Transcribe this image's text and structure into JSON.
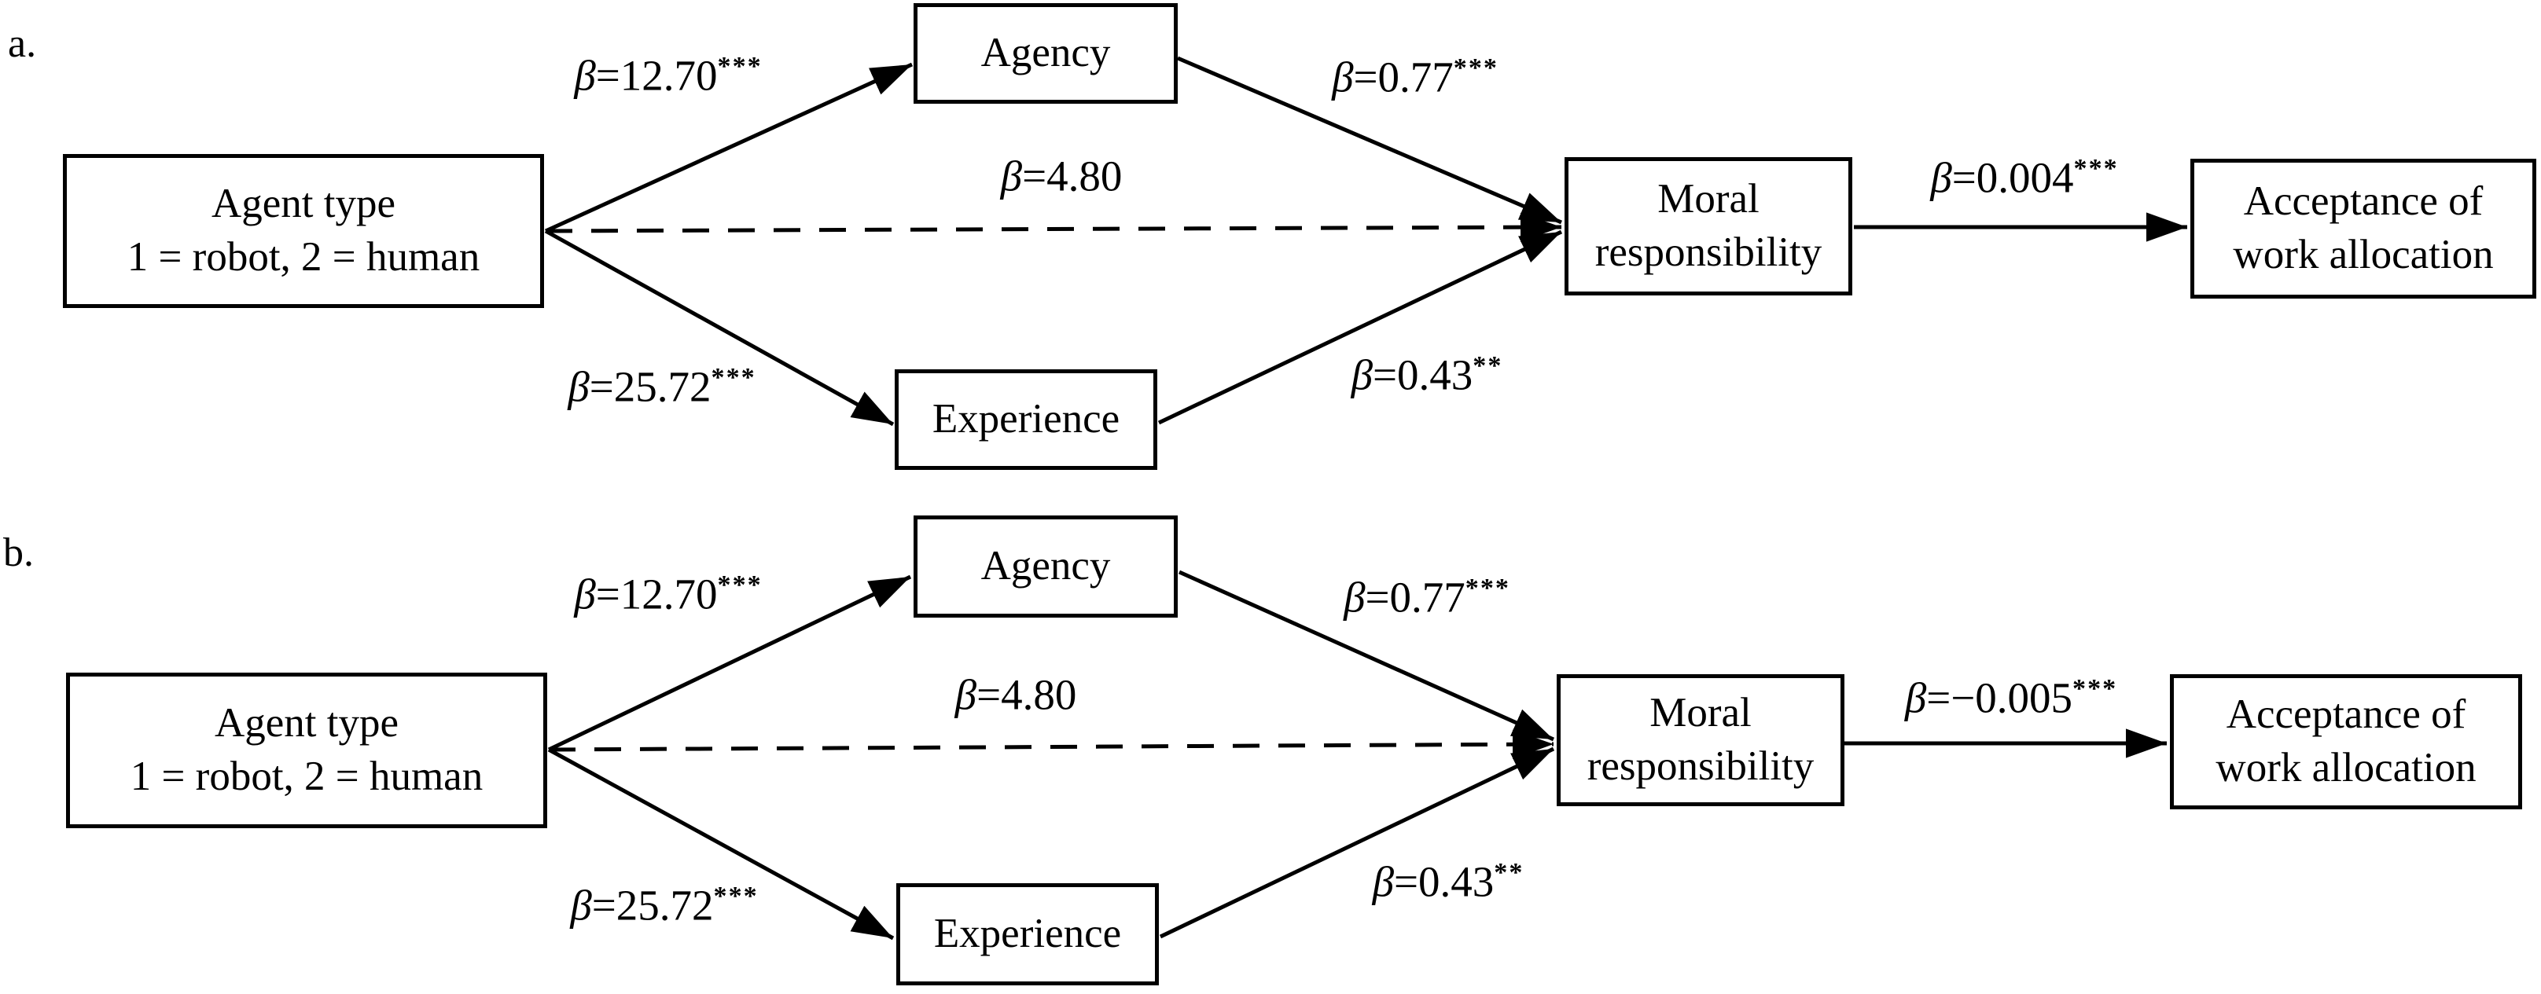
{
  "figure": {
    "background": "#ffffff",
    "line_color": "#000000"
  },
  "panels": [
    {
      "label": "a.",
      "nodes": {
        "agent": {
          "line1": "Agent type",
          "line2": "1 = robot, 2 = human"
        },
        "agency": {
          "line1": "Agency"
        },
        "experience": {
          "line1": "Experience"
        },
        "moral": {
          "line1": "Moral",
          "line2": "responsibility"
        },
        "acceptance": {
          "line1": "Acceptance of",
          "line2": "work allocation"
        }
      },
      "coefs": {
        "agent_agency": {
          "sym": "β",
          "val": "=12.70",
          "stars": "***"
        },
        "agent_experience": {
          "sym": "β",
          "val": "=25.72",
          "stars": "***"
        },
        "agent_moral_direct": {
          "sym": "β",
          "val": "=4.80",
          "stars": ""
        },
        "agency_moral": {
          "sym": "β",
          "val": "=0.77",
          "stars": "***"
        },
        "experience_moral": {
          "sym": "β",
          "val": "=0.43",
          "stars": "**"
        },
        "moral_acceptance": {
          "sym": "β",
          "val": "=0.004",
          "stars": "***"
        }
      }
    },
    {
      "label": "b.",
      "nodes": {
        "agent": {
          "line1": "Agent type",
          "line2": "1 = robot, 2 = human"
        },
        "agency": {
          "line1": "Agency"
        },
        "experience": {
          "line1": "Experience"
        },
        "moral": {
          "line1": "Moral",
          "line2": "responsibility"
        },
        "acceptance": {
          "line1": "Acceptance of",
          "line2": "work allocation"
        }
      },
      "coefs": {
        "agent_agency": {
          "sym": "β",
          "val": "=12.70",
          "stars": "***"
        },
        "agent_experience": {
          "sym": "β",
          "val": "=25.72",
          "stars": "***"
        },
        "agent_moral_direct": {
          "sym": "β",
          "val": "=4.80",
          "stars": ""
        },
        "agency_moral": {
          "sym": "β",
          "val": "=0.77",
          "stars": "***"
        },
        "experience_moral": {
          "sym": "β",
          "val": "=0.43",
          "stars": "**"
        },
        "moral_acceptance": {
          "sym": "β",
          "val": "=−0.005",
          "stars": "***"
        }
      }
    }
  ]
}
